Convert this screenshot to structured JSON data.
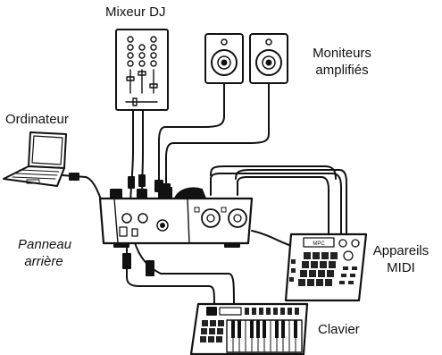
{
  "labels": {
    "mixer": "Mixeur DJ",
    "monitors_line1": "Moniteurs",
    "monitors_line2": "amplifiés",
    "computer": "Ordinateur",
    "rear_panel_line1": "Panneau",
    "rear_panel_line2": "arrière",
    "midi_line1": "Appareils",
    "midi_line2": "MIDI",
    "keyboard": "Clavier"
  },
  "device_text": {
    "mpc_screen": "MPC"
  },
  "colors": {
    "stroke": "#111111",
    "fill": "#ffffff",
    "pad": "#222222"
  }
}
